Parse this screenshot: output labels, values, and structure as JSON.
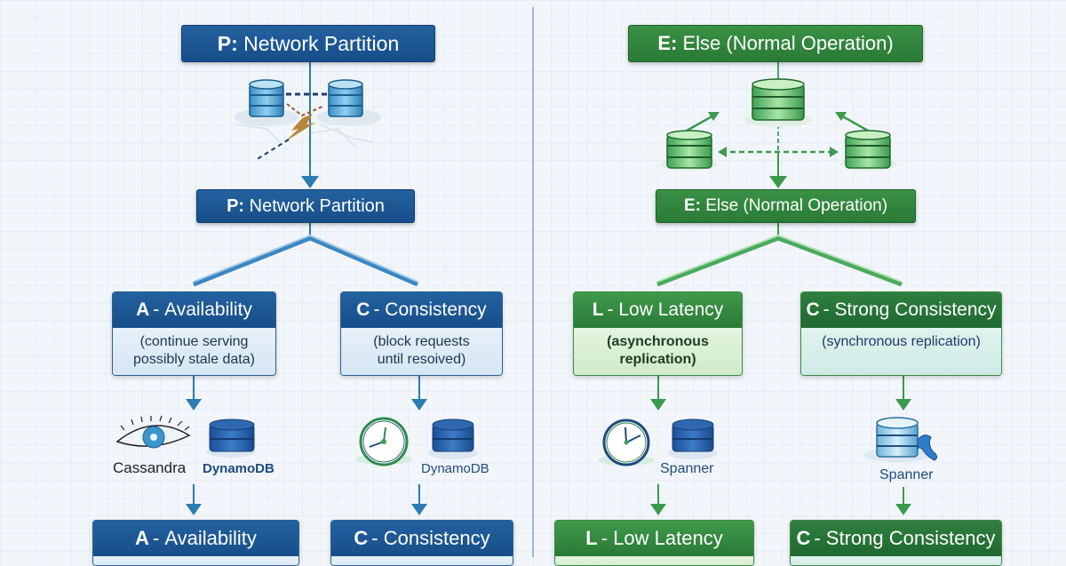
{
  "left_panel": {
    "theme_color": "#1a5592",
    "top_header": {
      "prefix": "P:",
      "text": "Network Partition"
    },
    "mid_header": {
      "prefix": "P:",
      "text": "Network Partition"
    },
    "branches": [
      {
        "letter": "A",
        "title": "Availability",
        "description_line1": "(continue serving",
        "description_line2": "possibly stale data)",
        "examples": [
          {
            "name": "Cassandra",
            "icon": "eye-icon"
          },
          {
            "name": "DynamoDB",
            "icon": "database-icon"
          }
        ],
        "result_letter": "A",
        "result_title": "Availability"
      },
      {
        "letter": "C",
        "title": "Consistency",
        "description_line1": "(block requests",
        "description_line2": "until resoived)",
        "examples": [
          {
            "name": "",
            "icon": "clock-icon"
          },
          {
            "name": "DynamoDB",
            "icon": "database-icon"
          }
        ],
        "result_letter": "C",
        "result_title": "Consistency"
      }
    ]
  },
  "right_panel": {
    "theme_color": "#2e7d3a",
    "top_header": {
      "prefix": "E:",
      "text": "Else (Normal Operation)"
    },
    "mid_header": {
      "prefix": "E:",
      "text": "Else (Normal Operation)"
    },
    "branches": [
      {
        "letter": "L",
        "title": "Low Latency",
        "description_line1": "(asynchronous",
        "description_line2": "replication)",
        "examples": [
          {
            "name": "",
            "icon": "clock-icon"
          },
          {
            "name": "Spanner",
            "icon": "database-icon"
          }
        ],
        "result_letter": "L",
        "result_title": "Low Latency"
      },
      {
        "letter": "C",
        "title": "Strong Consistency",
        "description_line1": "(synchronous replication)",
        "description_line2": "",
        "examples": [
          {
            "name": "Spanner",
            "icon": "database-icon"
          }
        ],
        "result_letter": "C",
        "result_title": "Strong Consistency"
      }
    ]
  }
}
